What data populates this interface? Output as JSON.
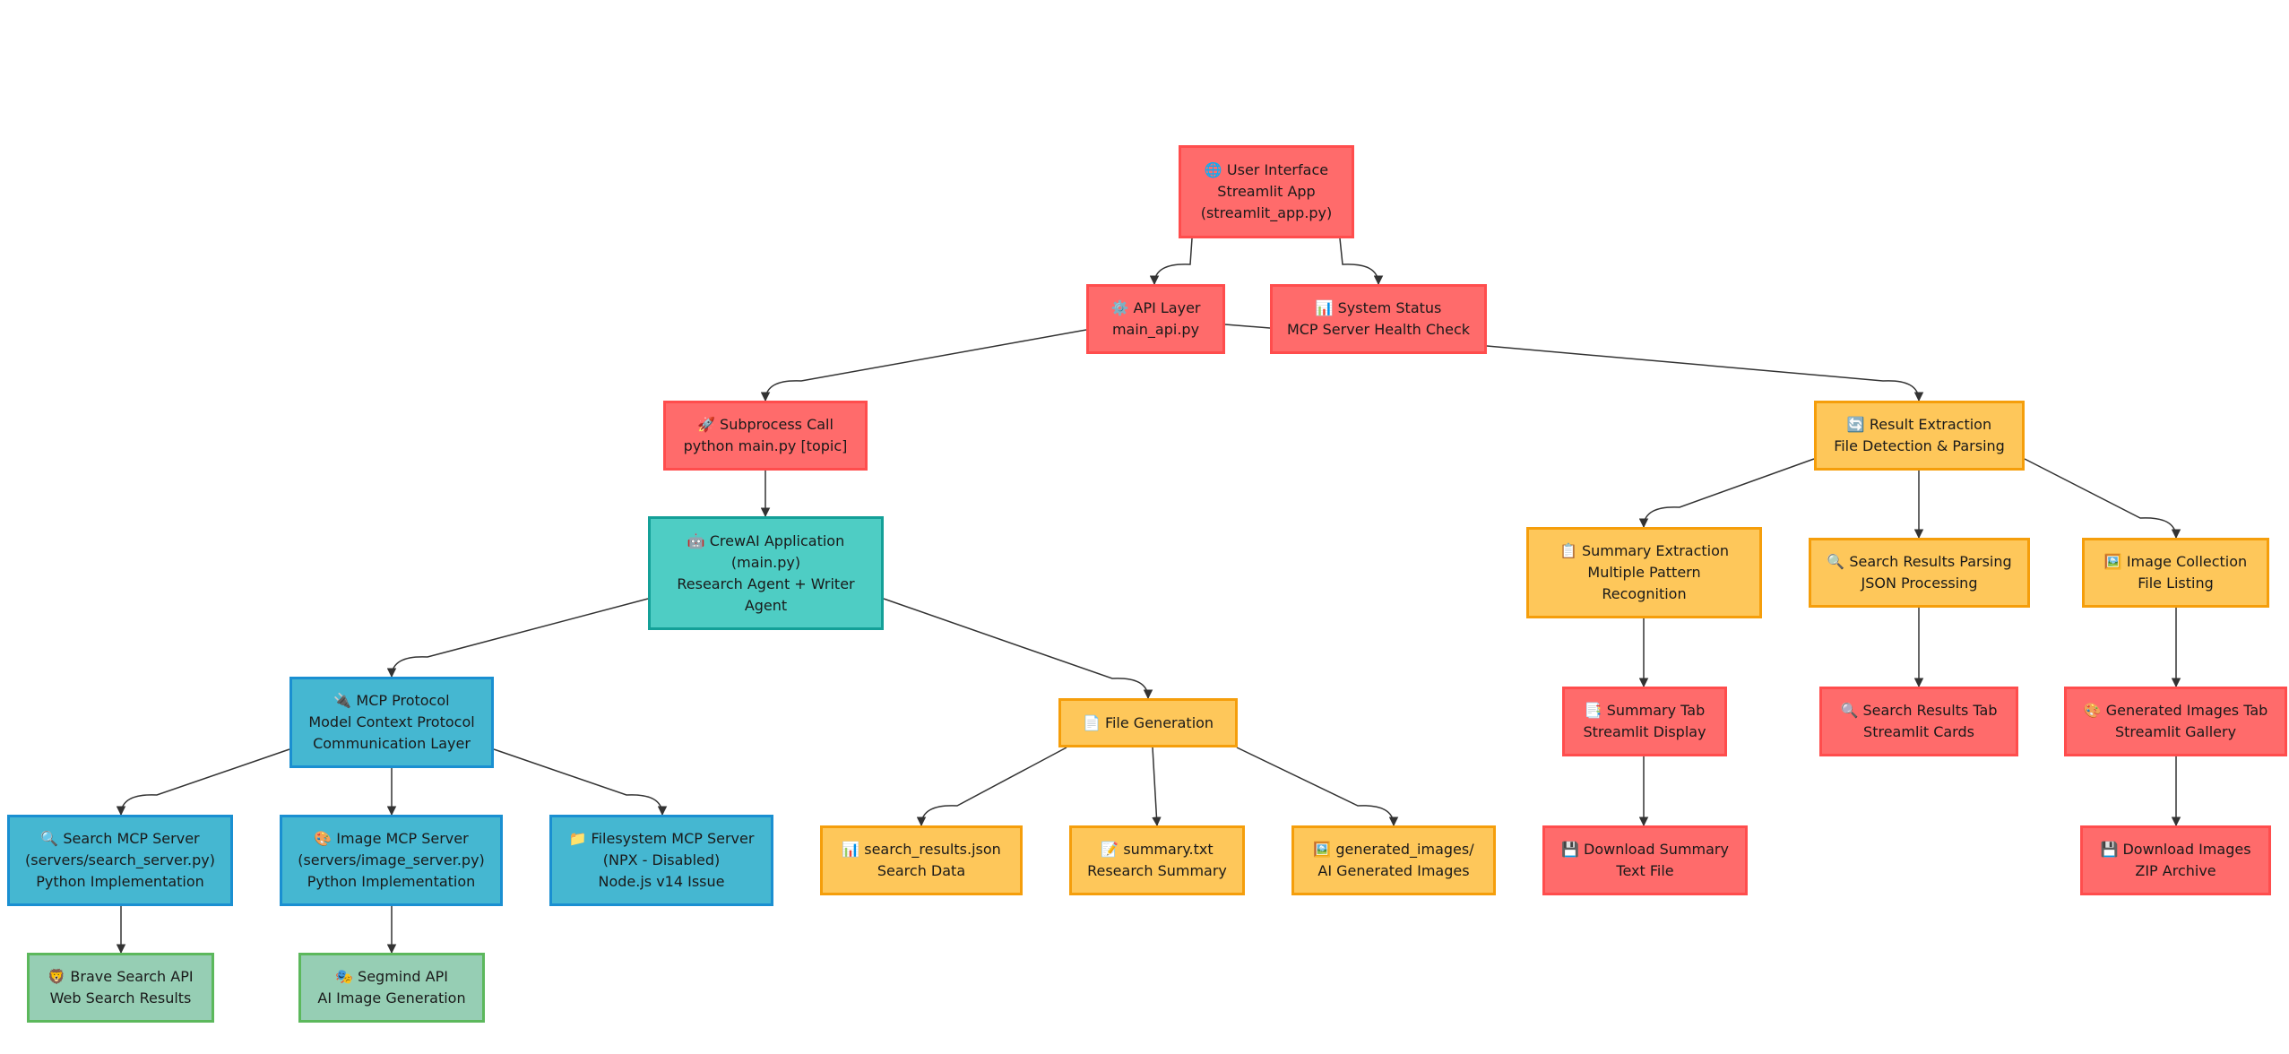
{
  "nodes": [
    {
      "id": "ui",
      "color": "red",
      "lines": [
        "🌐 User Interface",
        "Streamlit App",
        "(streamlit_app.py)"
      ]
    },
    {
      "id": "api",
      "color": "red",
      "lines": [
        "⚙️ API Layer",
        "main_api.py"
      ]
    },
    {
      "id": "status",
      "color": "red",
      "lines": [
        "📊 System Status",
        "MCP Server Health Check"
      ]
    },
    {
      "id": "subprocess",
      "color": "red",
      "lines": [
        "🚀 Subprocess Call",
        "python main.py [topic]"
      ]
    },
    {
      "id": "crewai",
      "color": "teal",
      "lines": [
        "🤖 CrewAI Application",
        "(main.py)",
        "Research Agent + Writer",
        "Agent"
      ]
    },
    {
      "id": "mcp",
      "color": "blue",
      "lines": [
        "🔌 MCP Protocol",
        "Model Context Protocol",
        "Communication Layer"
      ]
    },
    {
      "id": "search_srv",
      "color": "blue",
      "lines": [
        "🔍 Search MCP Server",
        "(servers/search_server.py)",
        "Python Implementation"
      ]
    },
    {
      "id": "image_srv",
      "color": "blue",
      "lines": [
        "🎨 Image MCP Server",
        "(servers/image_server.py)",
        "Python Implementation"
      ]
    },
    {
      "id": "fs_srv",
      "color": "blue",
      "lines": [
        "📁 Filesystem MCP Server",
        "(NPX - Disabled)",
        "Node.js v14 Issue"
      ]
    },
    {
      "id": "brave",
      "color": "green",
      "lines": [
        "🦁 Brave Search API",
        "Web Search Results"
      ]
    },
    {
      "id": "segmind",
      "color": "green",
      "lines": [
        "🎭 Segmind API",
        "AI Image Generation"
      ]
    },
    {
      "id": "filegen",
      "color": "yellow",
      "lines": [
        "📄 File Generation"
      ]
    },
    {
      "id": "sr_json",
      "color": "yellow",
      "lines": [
        "📊 search_results.json",
        "Search Data"
      ]
    },
    {
      "id": "summary_txt",
      "color": "yellow",
      "lines": [
        "📝 summary.txt",
        "Research Summary"
      ]
    },
    {
      "id": "gen_images",
      "color": "yellow",
      "lines": [
        "🖼️ generated_images/",
        "AI Generated Images"
      ]
    },
    {
      "id": "result_ext",
      "color": "yellow",
      "lines": [
        "🔄 Result Extraction",
        "File Detection & Parsing"
      ]
    },
    {
      "id": "sum_ext",
      "color": "yellow",
      "lines": [
        "📋 Summary Extraction",
        "Multiple Pattern",
        "Recognition"
      ]
    },
    {
      "id": "sr_parse",
      "color": "yellow",
      "lines": [
        "🔍 Search Results Parsing",
        "JSON Processing"
      ]
    },
    {
      "id": "img_coll",
      "color": "yellow",
      "lines": [
        "🖼️ Image Collection",
        "File Listing"
      ]
    },
    {
      "id": "sum_tab",
      "color": "red",
      "lines": [
        "📑 Summary Tab",
        "Streamlit Display"
      ]
    },
    {
      "id": "sr_tab",
      "color": "red",
      "lines": [
        "🔍 Search Results Tab",
        "Streamlit Cards"
      ]
    },
    {
      "id": "img_tab",
      "color": "red",
      "lines": [
        "🎨 Generated Images Tab",
        "Streamlit Gallery"
      ]
    },
    {
      "id": "dl_sum",
      "color": "red",
      "lines": [
        "💾 Download Summary",
        "Text File"
      ]
    },
    {
      "id": "dl_img",
      "color": "red",
      "lines": [
        "💾 Download Images",
        "ZIP Archive"
      ]
    }
  ],
  "edges": [
    [
      "ui",
      "api"
    ],
    [
      "ui",
      "status"
    ],
    [
      "api",
      "subprocess"
    ],
    [
      "api",
      "status"
    ],
    [
      "status",
      "result_ext"
    ],
    [
      "subprocess",
      "crewai"
    ],
    [
      "crewai",
      "mcp"
    ],
    [
      "crewai",
      "filegen"
    ],
    [
      "mcp",
      "search_srv"
    ],
    [
      "mcp",
      "image_srv"
    ],
    [
      "mcp",
      "fs_srv"
    ],
    [
      "search_srv",
      "brave"
    ],
    [
      "image_srv",
      "segmind"
    ],
    [
      "filegen",
      "sr_json"
    ],
    [
      "filegen",
      "summary_txt"
    ],
    [
      "filegen",
      "gen_images"
    ],
    [
      "result_ext",
      "sum_ext"
    ],
    [
      "result_ext",
      "sr_parse"
    ],
    [
      "result_ext",
      "img_coll"
    ],
    [
      "sum_ext",
      "sum_tab"
    ],
    [
      "sr_parse",
      "sr_tab"
    ],
    [
      "img_coll",
      "img_tab"
    ],
    [
      "sum_tab",
      "dl_sum"
    ],
    [
      "img_tab",
      "dl_img"
    ]
  ]
}
